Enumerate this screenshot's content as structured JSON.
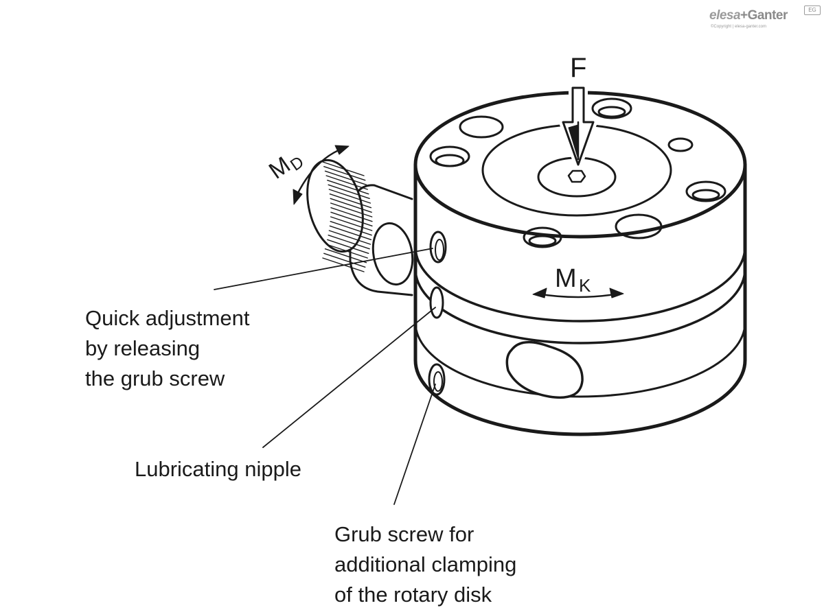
{
  "logo": {
    "brand_left": "elesa",
    "brand_plus": "+",
    "brand_right": "Ganter",
    "badge": "EG",
    "copyright": "©Copyright | elesa-ganter.com"
  },
  "symbols": {
    "force": "F",
    "moment_d_main": "M",
    "moment_d_sub": "D",
    "moment_k_main": "M",
    "moment_k_sub": "K"
  },
  "callouts": {
    "quick_adjustment": [
      "Quick adjustment",
      "by releasing",
      "the grub screw"
    ],
    "lubricating_nipple": [
      "Lubricating nipple"
    ],
    "grub_screw": [
      "Grub screw for",
      "additional clamping",
      "of the rotary disk"
    ]
  }
}
